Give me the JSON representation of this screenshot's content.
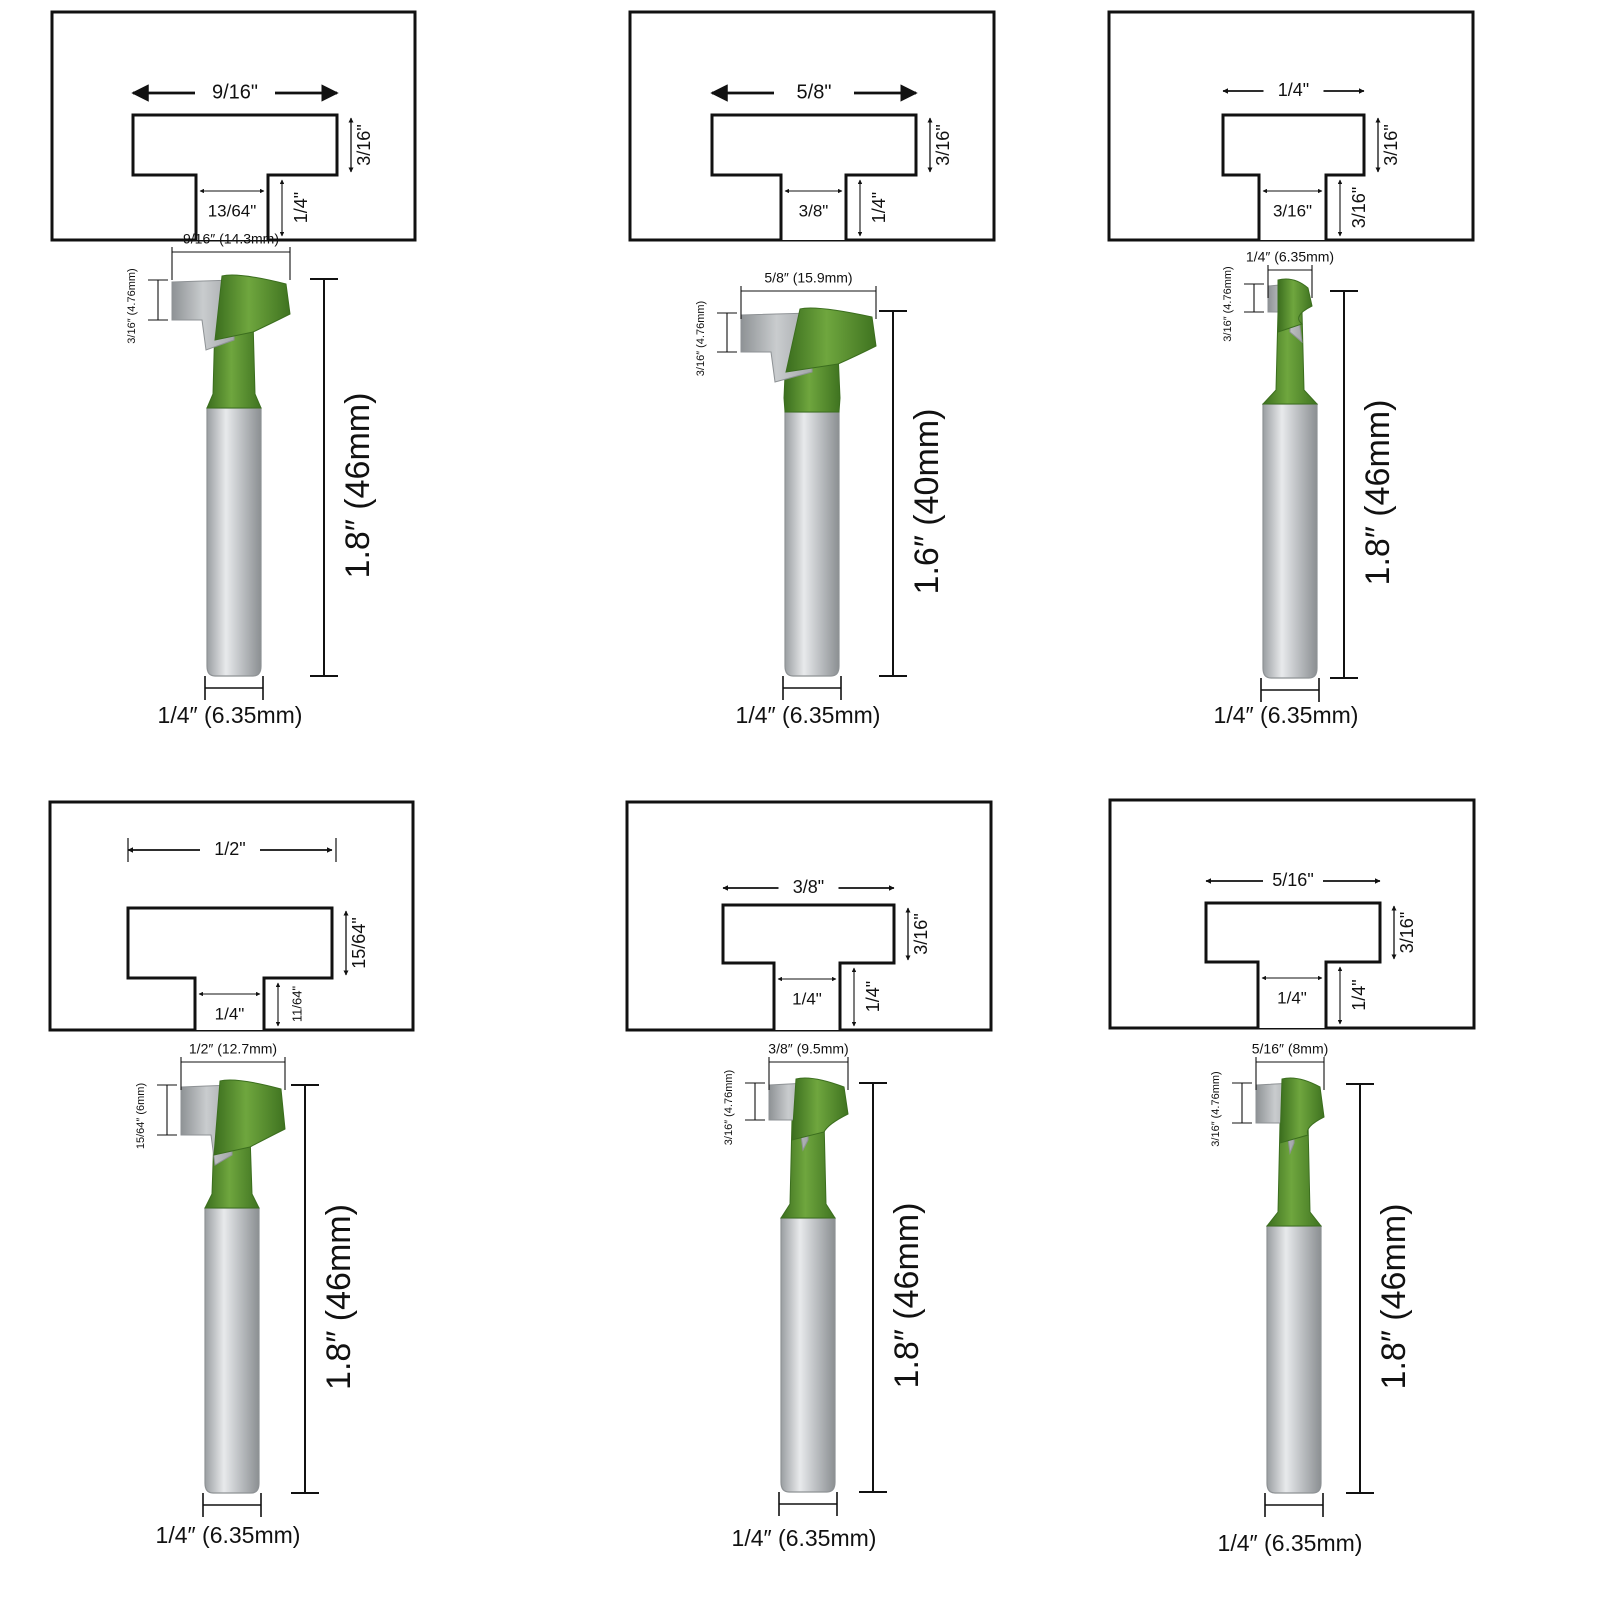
{
  "colors": {
    "line": "#111111",
    "green": "#4e8a2a",
    "green_dark": "#3b6e1e",
    "green_light": "#7bb04a",
    "steel": "#b9bcbf",
    "steel_dark": "#8e9295",
    "steel_light": "#e4e6e8"
  },
  "panels": [
    {
      "slot": {
        "width": "9/16\"",
        "depth": "3/16\"",
        "neck": "13/64\"",
        "neck_depth": "1/4\""
      },
      "bit": {
        "cutter_width": "9/16″ (14.3mm)",
        "cutter_height": "3/16″ (4.76mm)",
        "length": "1.8″  (46mm)",
        "shank": "1/4″  (6.35mm)"
      }
    },
    {
      "slot": {
        "width": "5/8\"",
        "depth": "3/16\"",
        "neck": "3/8\"",
        "neck_depth": "1/4\""
      },
      "bit": {
        "cutter_width": "5/8″ (15.9mm)",
        "cutter_height": "3/16″ (4.76mm)",
        "length": "1.6″  (40mm)",
        "shank": "1/4″  (6.35mm)"
      }
    },
    {
      "slot": {
        "width": "1/4\"",
        "depth": "3/16\"",
        "neck": "3/16\"",
        "neck_depth": "3/16\""
      },
      "bit": {
        "cutter_width": "1/4″ (6.35mm)",
        "cutter_height": "3/16″ (4.76mm)",
        "length": "1.8″  (46mm)",
        "shank": "1/4″  (6.35mm)"
      }
    },
    {
      "slot": {
        "width": "1/2\"",
        "depth": "15/64\"",
        "neck": "1/4\"",
        "neck_depth": "11/64\""
      },
      "bit": {
        "cutter_width": "1/2″ (12.7mm)",
        "cutter_height": "15/64″ (6mm)",
        "length": "1.8″  (46mm)",
        "shank": "1/4″  (6.35mm)"
      }
    },
    {
      "slot": {
        "width": "3/8\"",
        "depth": "3/16\"",
        "neck": "1/4\"",
        "neck_depth": "1/4\""
      },
      "bit": {
        "cutter_width": "3/8″ (9.5mm)",
        "cutter_height": "3/16″ (4.76mm)",
        "length": "1.8″  (46mm)",
        "shank": "1/4″  (6.35mm)"
      }
    },
    {
      "slot": {
        "width": "5/16\"",
        "depth": "3/16\"",
        "neck": "1/4\"",
        "neck_depth": "1/4\""
      },
      "bit": {
        "cutter_width": "5/16″ (8mm)",
        "cutter_height": "3/16″ (4.76mm)",
        "length": "1.8″  (46mm)",
        "shank": "1/4″  (6.35mm)"
      }
    }
  ]
}
